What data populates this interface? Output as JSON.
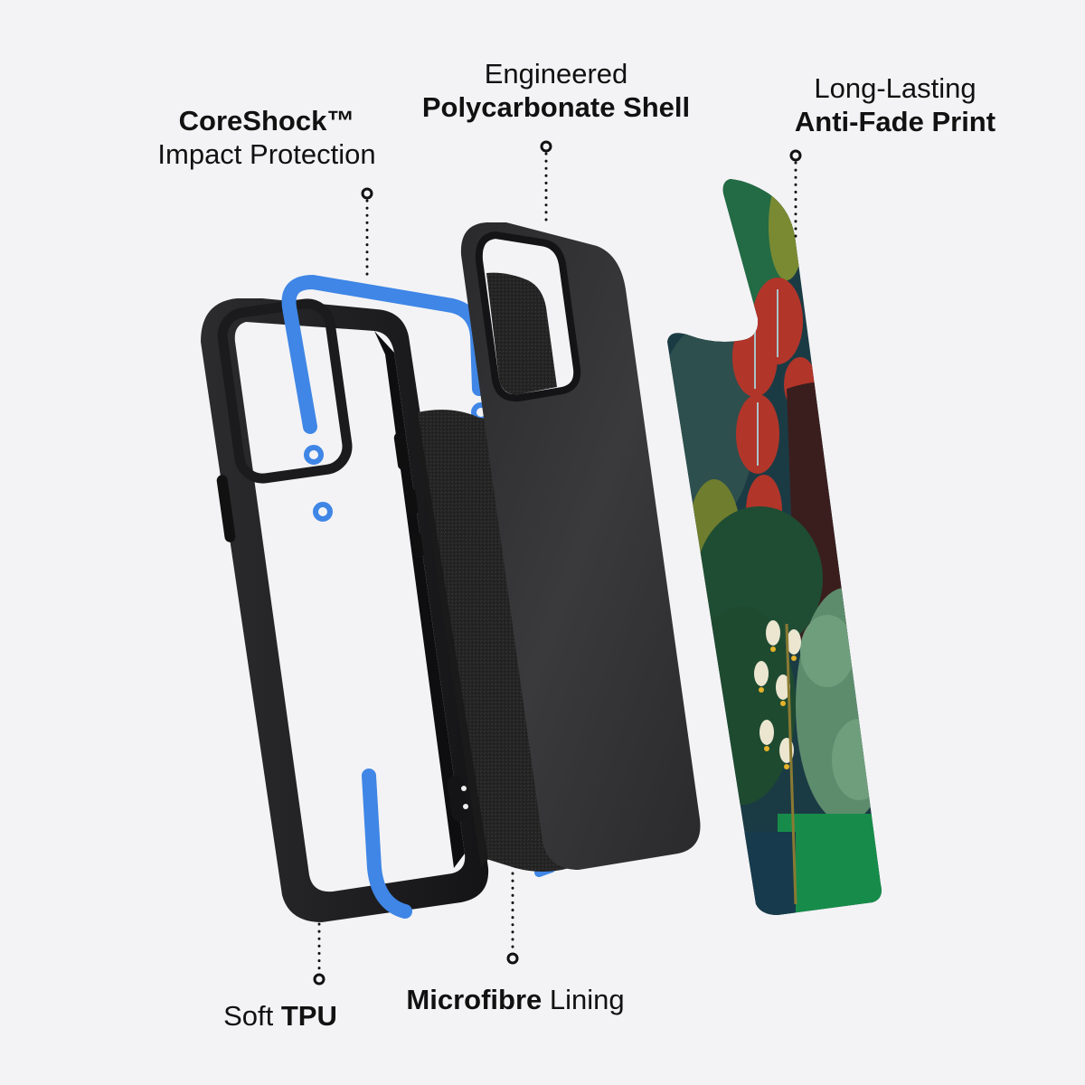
{
  "background_color": "#f3f3f5",
  "accent_color": "#3f86e6",
  "callouts": {
    "coreshock": {
      "bold": "CoreShock™",
      "regular": "Impact Protection"
    },
    "polycarbonate": {
      "regular": "Engineered",
      "bold": "Polycarbonate Shell"
    },
    "antifade": {
      "regular": "Long-Lasting",
      "bold": "Anti-Fade Print"
    },
    "tpu": {
      "regular": "Soft ",
      "bold": "TPU"
    },
    "microfibre": {
      "bold": "Microfibre",
      "regular": " Lining"
    }
  },
  "layers": [
    {
      "name": "Soft TPU bumper frame",
      "color": "#1c1c1e"
    },
    {
      "name": "CoreShock impact inserts",
      "color": "#3f86e6"
    },
    {
      "name": "Microfibre lining",
      "color": "#262626"
    },
    {
      "name": "Polycarbonate shell",
      "color": "#2b2b2d"
    },
    {
      "name": "Anti-fade printed back",
      "color": "#1f5a3a"
    }
  ]
}
